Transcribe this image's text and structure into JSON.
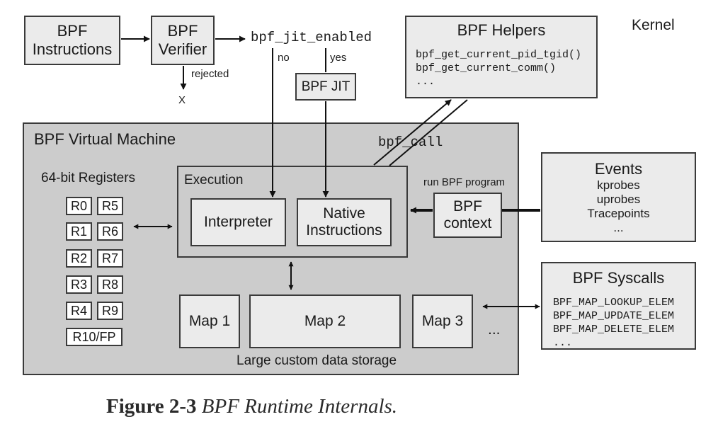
{
  "diagram": {
    "bpf_instructions": [
      "BPF",
      "Instructions"
    ],
    "bpf_verifier": [
      "BPF",
      "Verifier"
    ],
    "rejected_label": "rejected",
    "rejected_result": "X",
    "jit_switch": "bpf_jit_enabled",
    "no_label": "no",
    "yes_label": "yes",
    "bpf_jit": "BPF JIT",
    "kernel_label": "Kernel",
    "helpers": {
      "title": "BPF Helpers",
      "items": [
        "bpf_get_current_pid_tgid()",
        "bpf_get_current_comm()",
        "..."
      ]
    },
    "vm": {
      "title": "BPF Virtual Machine",
      "bpf_call": "bpf_call",
      "registers_title": "64-bit Registers",
      "registers": [
        "R0",
        "R5",
        "R1",
        "R6",
        "R2",
        "R7",
        "R3",
        "R8",
        "R4",
        "R9",
        "R10/FP"
      ],
      "execution": {
        "title": "Execution",
        "interpreter": "Interpreter",
        "native": [
          "Native",
          "Instructions"
        ]
      },
      "run_label": "run BPF program",
      "context": [
        "BPF",
        "context"
      ],
      "maps": [
        "Map 1",
        "Map 2",
        "Map 3"
      ],
      "maps_more": "...",
      "storage_label": "Large custom data storage"
    },
    "events": {
      "title": "Events",
      "items": [
        "kprobes",
        "uprobes",
        "Tracepoints",
        "..."
      ]
    },
    "syscalls": {
      "title": "BPF Syscalls",
      "items": [
        "BPF_MAP_LOOKUP_ELEM",
        "BPF_MAP_UPDATE_ELEM",
        "BPF_MAP_DELETE_ELEM",
        "..."
      ]
    }
  },
  "caption": {
    "label": "Figure 2-3",
    "text": "BPF Runtime Internals."
  }
}
